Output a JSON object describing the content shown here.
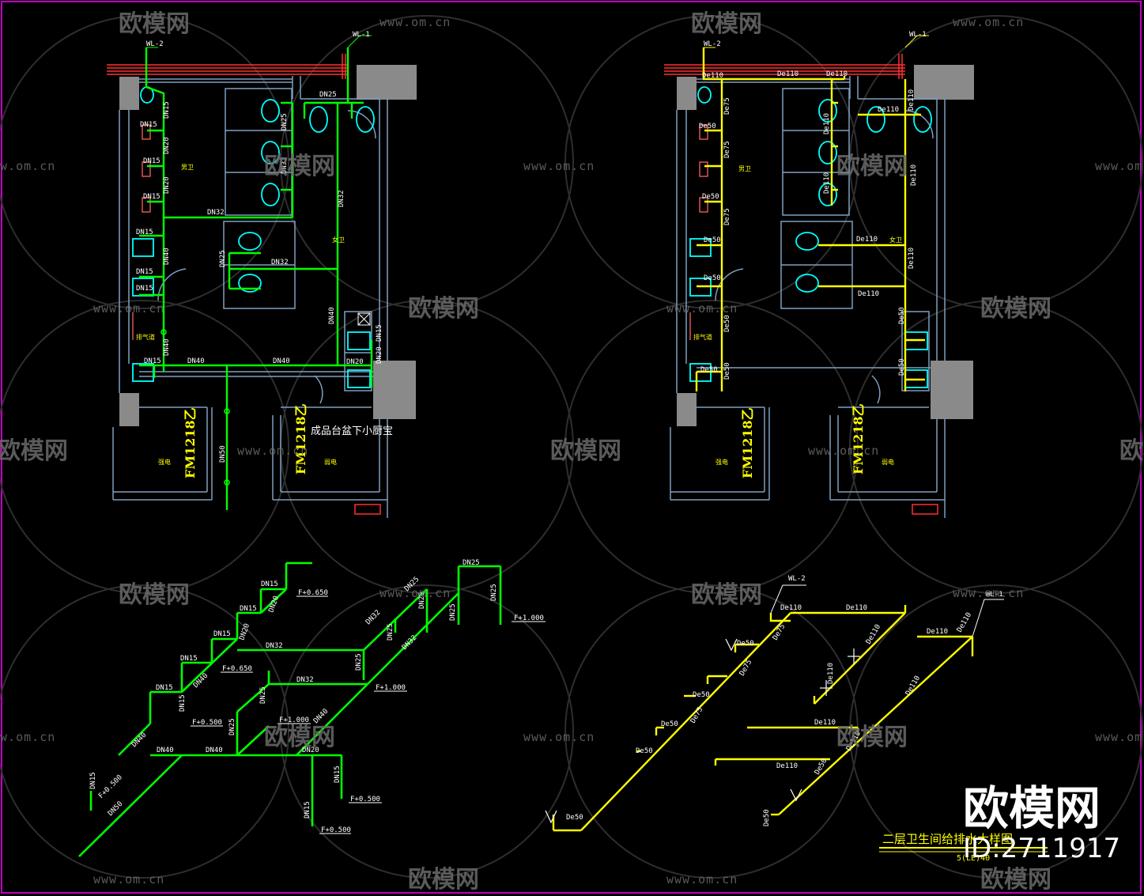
{
  "colors": {
    "background": "#000000",
    "frame": "#c000c0",
    "wall": "#7f9fbf",
    "supply": "#00ff00",
    "drain": "#ffff00",
    "fixture": "#00ffff",
    "riser": "#ff3030",
    "column": "#8a8a8a",
    "watermark": "#6a6a6a",
    "text_white": "#ffffff",
    "text_yellow": "#ffff00"
  },
  "watermark": {
    "brand": "欧模网",
    "url": "www.om.cn",
    "id": "ID:2711917"
  },
  "title": {
    "main": "二层卫生间给排水大样图",
    "scale": "5(LE)40"
  },
  "left_plan": {
    "riser_wl2": "WL-2",
    "riser_wl1": "WL-1",
    "room_male": "男卫",
    "room_female": "女卫",
    "room_vent": "排气道",
    "door_left": "FM1218乙",
    "door_right": "FM1218乙",
    "room_elec_left": "强电",
    "room_elec_right": "弱电",
    "note": "成品台盆下小厨宝",
    "pipe_labels": {
      "dn15_a": "DN15",
      "dn15_b": "DN15",
      "dn15_c": "DN15",
      "dn15_d": "DN15",
      "dn15_e": "DN15",
      "dn15_f": "DN15",
      "dn15_g": "DN15",
      "dn15_h": "DN15",
      "dn20_a": "DN20",
      "dn20_b": "DN20",
      "dn20_c": "DN20",
      "dn20_d": "DN20",
      "dn25_a": "DN25",
      "dn25_b": "DN25",
      "dn25_c": "DN25",
      "dn32_a": "DN32",
      "dn32_b": "DN32",
      "dn32_c": "DN32",
      "dn32_d": "DN32",
      "dn40_a": "DN40",
      "dn40_b": "DN40",
      "dn40_c": "DN40",
      "dn40_d": "DN40",
      "dn40_e": "DN40",
      "dn50_a": "DN50"
    }
  },
  "right_plan": {
    "riser_wl2": "WL-2",
    "riser_wl1": "WL-1",
    "room_male": "男卫",
    "room_female": "女卫",
    "room_vent": "排气道",
    "door_left": "FM1218乙",
    "door_right": "FM1218乙",
    "room_elec_left": "强电",
    "room_elec_right": "弱电",
    "pipe_labels": {
      "de110_a": "De110",
      "de110_b": "De110",
      "de110_c": "De110",
      "de110_d": "De110",
      "de110_e": "De110",
      "de110_f": "De110",
      "de110_g": "De110",
      "de110_h": "De110",
      "de110_i": "De110",
      "de110_j": "De110",
      "de75_a": "De75",
      "de75_b": "De75",
      "de75_c": "De75",
      "de50_a": "De50",
      "de50_b": "De50",
      "de50_c": "De50",
      "de50_d": "De50",
      "de50_e": "De50",
      "de50_f": "De50",
      "de50_g": "De50",
      "de50_h": "De50"
    }
  },
  "supply_axon": {
    "labels": {
      "dn25_top": "DN25",
      "dn25_a": "DN25",
      "dn25_b": "DN25",
      "dn25_c": "DN25",
      "dn25_d": "DN25",
      "dn25_e": "DN25",
      "dn25_f": "DN25",
      "dn25_g": "DN25",
      "dn15_a": "DN15",
      "dn15_b": "DN15",
      "dn15_c": "DN15",
      "dn15_d": "DN15",
      "dn15_e": "DN15",
      "dn15_f": "DN15",
      "dn15_g": "DN15",
      "dn15_h": "DN15",
      "dn15_i": "DN15",
      "dn20_a": "DN20",
      "dn20_b": "DN20",
      "dn20_c": "DN20",
      "dn32_a": "DN32",
      "dn32_b": "DN32",
      "dn32_c": "DN32",
      "dn32_d": "DN32",
      "dn40_a": "DN40",
      "dn40_b": "DN40",
      "dn40_c": "DN40",
      "dn40_d": "DN40",
      "dn40_e": "DN40",
      "dn50_a": "DN50",
      "f650_a": "F+0.650",
      "f650_b": "F+0.650",
      "f1000_a": "F+1.000",
      "f1000_b": "F+1.000",
      "f1000_c": "F+1.000",
      "f500_a": "F+0.500",
      "f500_b": "F+0.500",
      "f500_c": "F+0.500",
      "f500_d": "F+0.500"
    }
  },
  "drain_axon": {
    "labels": {
      "wl2": "WL-2",
      "wl1": "WL-1",
      "de110_a": "De110",
      "de110_b": "De110",
      "de110_c": "De110",
      "de110_d": "De110",
      "de110_e": "De110",
      "de110_f": "De110",
      "de110_g": "De110",
      "de110_h": "De110",
      "de110_i": "De110",
      "de110_j": "De110",
      "de75_a": "De75",
      "de75_b": "De75",
      "de75_c": "De75",
      "de50_a": "De50",
      "de50_b": "De50",
      "de50_c": "De50",
      "de50_d": "De50",
      "de50_e": "De50",
      "de50_f": "De50",
      "de50_g": "De50"
    }
  }
}
